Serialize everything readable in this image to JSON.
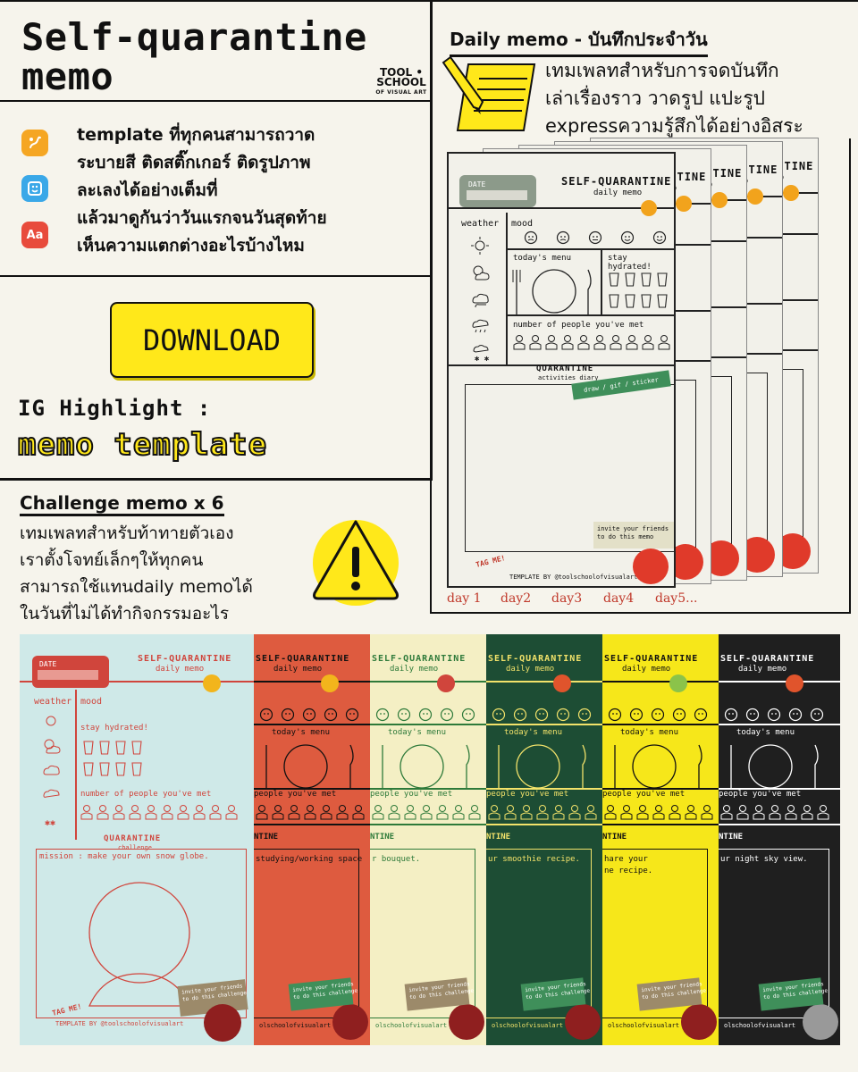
{
  "header": {
    "title_line1": "Self-quarantine",
    "title_line2": "memo",
    "logo_line1": "TOOL •",
    "logo_line2": "SCHOOL",
    "logo_line3": "OF VISUAL ART"
  },
  "features": {
    "lines": [
      "template ที่ทุกคนสามารถวาด",
      "ระบายสี ติดสติ๊กเกอร์ ติดรูปภาพ",
      "ละเลงได้อย่างเต็มที่",
      "แล้วมาดูกันว่าวันแรกจนวันสุดท้าย",
      "เห็นความแตกต่างอะไรบ้างไหม"
    ],
    "icons": [
      {
        "name": "draw-app-icon",
        "color": "#f5a623"
      },
      {
        "name": "sticker-app-icon",
        "color": "#3aa8e8"
      },
      {
        "name": "font-app-icon",
        "color": "#e84b3c",
        "label": "Aa"
      }
    ]
  },
  "download_label": "DOWNLOAD",
  "ig": {
    "label": "IG Highlight :",
    "value": "memo template"
  },
  "daily": {
    "title": "Daily memo - บันทึกประจำวัน",
    "desc_lines": [
      "เทมเพลทสำหรับการจดบันทึก",
      "เล่าเรื่องราว วาดรูป แปะรูป",
      "expressความรู้สึกได้อย่างอิสระ"
    ],
    "days": [
      "day 1",
      "day2",
      "day3",
      "day4",
      "day5..."
    ]
  },
  "challenge": {
    "title": "Challenge memo x 6",
    "desc_lines": [
      "เทมเพลทสำหรับท้าทายตัวเอง",
      "เราตั้งโจทย์เล็กๆให้ทุกคน",
      "สามารถใช้แทนdaily memoได้",
      "ในวันที่ไม่ได้ทำกิจกรรมอะไร"
    ]
  },
  "memo": {
    "date": "DATE",
    "title": "SELF-QUARANTINE",
    "subtitle": "daily memo",
    "weather": "weather",
    "mood": "mood",
    "menu": "today's menu",
    "hydrated": "stay hydrated!",
    "people": "number of people you've met",
    "quarantine": "QUARANTINE",
    "activities": "activities diary",
    "challenge_sub": "challenge",
    "sticker_tag": "draw / gif / sticker",
    "invite_daily_1": "invite your friends !",
    "invite_daily_2": "to do this memo",
    "invite_challenge_1": "invite your friends",
    "invite_challenge_2": "to do this challenge",
    "tag_me": "TAG ME!",
    "template_by": "TEMPLATE BY @toolschoolofvisualart",
    "people_met_cut": "people you've met",
    "handle_cut": "olschoolofvisualart"
  },
  "challenges": [
    {
      "bg": "#cfe9e8",
      "ink": "#d0453c",
      "dot": "#f2b51c",
      "mission": "mission : make your own snow globe."
    },
    {
      "bg": "#de5b3f",
      "ink": "#111111",
      "dot": "#f2b51c",
      "mission": "studying/working space"
    },
    {
      "bg": "#f4efc4",
      "ink": "#2e7a3a",
      "dot": "#d0453c",
      "mission": "r bouquet."
    },
    {
      "bg": "#1d4d34",
      "ink": "#f2e26a",
      "dot": "#e0542c",
      "mission": "ur smoothie recipe."
    },
    {
      "bg": "#f6e71a",
      "ink": "#111111",
      "dot": "#8bc34a",
      "mission": "hare your\nne recipe."
    },
    {
      "bg": "#1f1f1f",
      "ink": "#ffffff",
      "dot": "#e0542c",
      "mission": "ur night sky view."
    }
  ]
}
